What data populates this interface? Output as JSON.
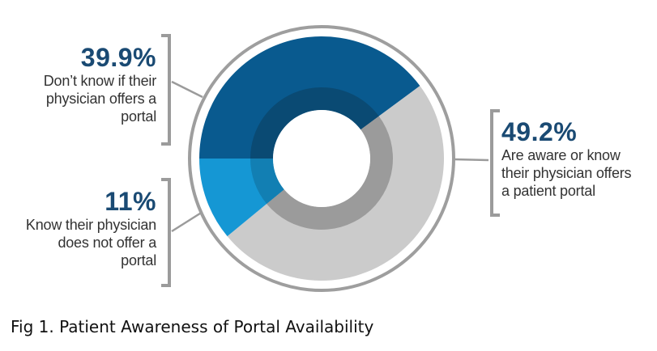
{
  "colors": {
    "dark_blue": "#095a8f",
    "dark_blue_inner": "#0a4a73",
    "light_blue": "#1597d4",
    "light_blue_inner": "#127fb3",
    "gray": "#cbcbcb",
    "gray_inner": "#9b9b9b",
    "outer_ring": "#9e9e9e",
    "bracket": "#9b9b9b",
    "label_pct": "#1a4a73"
  },
  "chart_data": {
    "type": "pie",
    "slices": [
      {
        "value": 39.9,
        "pct_label": "39.9%",
        "lines": [
          "Don’t know if their",
          "physician offers a",
          "portal"
        ],
        "color": "#095a8f"
      },
      {
        "value": 49.2,
        "pct_label": "49.2%",
        "lines": [
          "Are aware or know",
          "their physician offers",
          "a patient portal"
        ],
        "color": "#cbcbcb"
      },
      {
        "value": 11.0,
        "pct_label": "11%",
        "lines": [
          "Know their physician",
          "does not offer a",
          "portal"
        ],
        "color": "#1597d4"
      }
    ]
  },
  "caption": "Fig 1. Patient Awareness of Portal Availability"
}
